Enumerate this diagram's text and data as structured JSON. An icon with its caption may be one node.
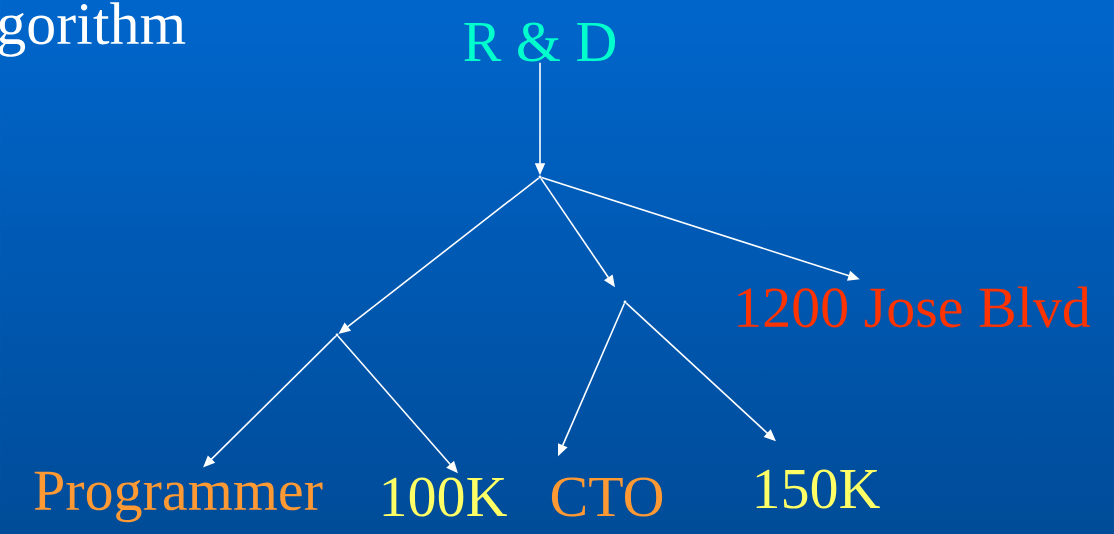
{
  "diagram": {
    "nodes": [
      {
        "text": [
          "R & D"
        ]
      },
      {
        "text": [],
        "shape": "point"
      },
      {
        "text": [],
        "shape": "point"
      },
      {
        "text": [],
        "shape": "point"
      },
      {
        "text": [
          "1200 Jose Blvd"
        ]
      },
      {
        "text": [
          "Programmer"
        ]
      },
      {
        "text": [
          "100K"
        ]
      },
      {
        "text": [
          "CTO"
        ]
      },
      {
        "text": [
          "150K"
        ]
      }
    ],
    "edges": [
      {
        "from": 0,
        "to": 1,
        "arrow": "to"
      },
      {
        "from": 1,
        "to": 2,
        "arrow": "to"
      },
      {
        "from": 1,
        "to": 3,
        "arrow": "to"
      },
      {
        "from": 1,
        "to": 4,
        "arrow": "to"
      },
      {
        "from": 2,
        "to": 5,
        "arrow": "to"
      },
      {
        "from": 2,
        "to": 6,
        "arrow": "to"
      },
      {
        "from": 3,
        "to": 7,
        "arrow": "to"
      },
      {
        "from": 3,
        "to": 8,
        "arrow": "to"
      }
    ],
    "labels": [
      "gorithm"
    ]
  }
}
